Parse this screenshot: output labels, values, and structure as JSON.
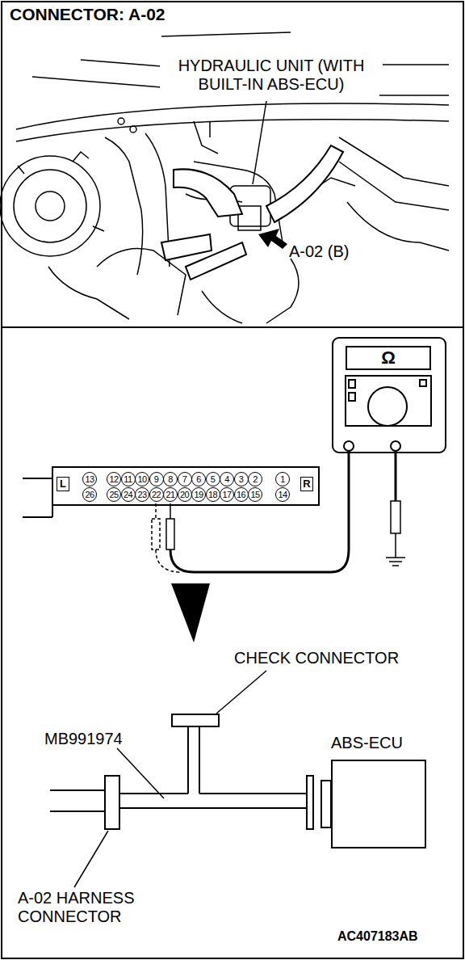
{
  "diagram": {
    "title": "CONNECTOR: A-02",
    "nodes": [
      {
        "text": [
          "Ω"
        ]
      },
      {
        "text": [
          "ABS-ECU"
        ]
      }
    ],
    "labels": [
      "HYDRAULIC UNIT (WITH BUILT-IN ABS-ECU)",
      "A-02 (B)",
      "L",
      "R",
      "13",
      "12",
      "11",
      "10",
      "9",
      "8",
      "7",
      "6",
      "5",
      "4",
      "3",
      "2",
      "1",
      "26",
      "25",
      "24",
      "23",
      "22",
      "21",
      "20",
      "19",
      "18",
      "17",
      "16",
      "15",
      "14",
      "CHECK CONNECTOR",
      "MB991974",
      "A-02 HARNESS CONNECTOR",
      "AC407183AB"
    ]
  }
}
